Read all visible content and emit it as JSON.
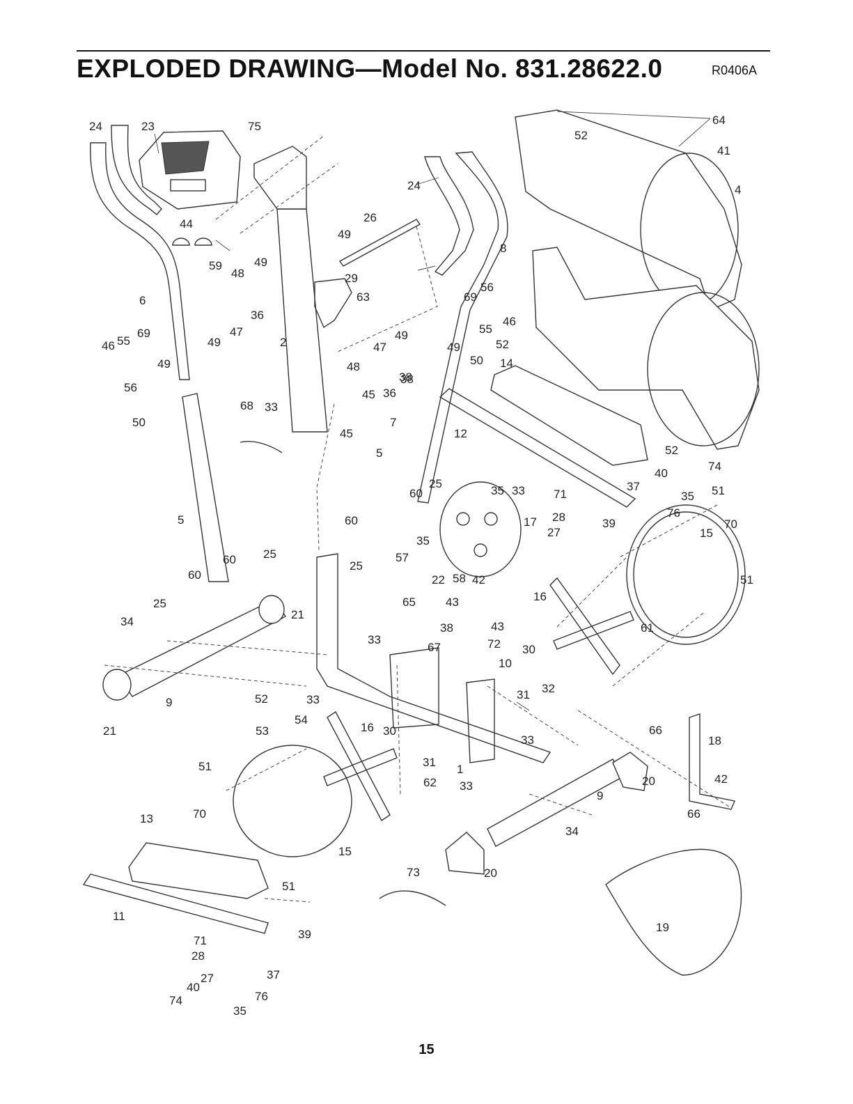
{
  "header": {
    "title": "EXPLODED DRAWING—Model No. 831.28622.0",
    "code": "R0406A"
  },
  "footer": {
    "page_number": "15"
  },
  "part_callouts": [
    "24",
    "23",
    "75",
    "64",
    "52",
    "41",
    "4",
    "44",
    "26",
    "24",
    "8",
    "59",
    "48",
    "49",
    "49",
    "29",
    "63",
    "6",
    "36",
    "47",
    "49",
    "2",
    "69",
    "56",
    "46",
    "55",
    "55",
    "69",
    "46",
    "56",
    "49",
    "47",
    "49",
    "49",
    "50",
    "52",
    "14",
    "48",
    "38",
    "45",
    "36",
    "38",
    "33",
    "7",
    "45",
    "50",
    "68",
    "12",
    "5",
    "52",
    "40",
    "74",
    "60",
    "25",
    "35",
    "33",
    "71",
    "37",
    "35",
    "76",
    "51",
    "28",
    "27",
    "39",
    "5",
    "60",
    "17",
    "15",
    "70",
    "35",
    "57",
    "60",
    "25",
    "25",
    "60",
    "22",
    "58",
    "42",
    "16",
    "65",
    "43",
    "51",
    "25",
    "21",
    "38",
    "43",
    "61",
    "34",
    "33",
    "67",
    "72",
    "30",
    "10",
    "32",
    "31",
    "9",
    "52",
    "33",
    "54",
    "53",
    "16",
    "30",
    "66",
    "18",
    "21",
    "33",
    "31",
    "51",
    "1",
    "62",
    "33",
    "20",
    "42",
    "9",
    "66",
    "13",
    "70",
    "34",
    "15",
    "51",
    "73",
    "20",
    "11",
    "39",
    "19",
    "71",
    "28",
    "27",
    "37",
    "40",
    "76",
    "74",
    "35"
  ]
}
